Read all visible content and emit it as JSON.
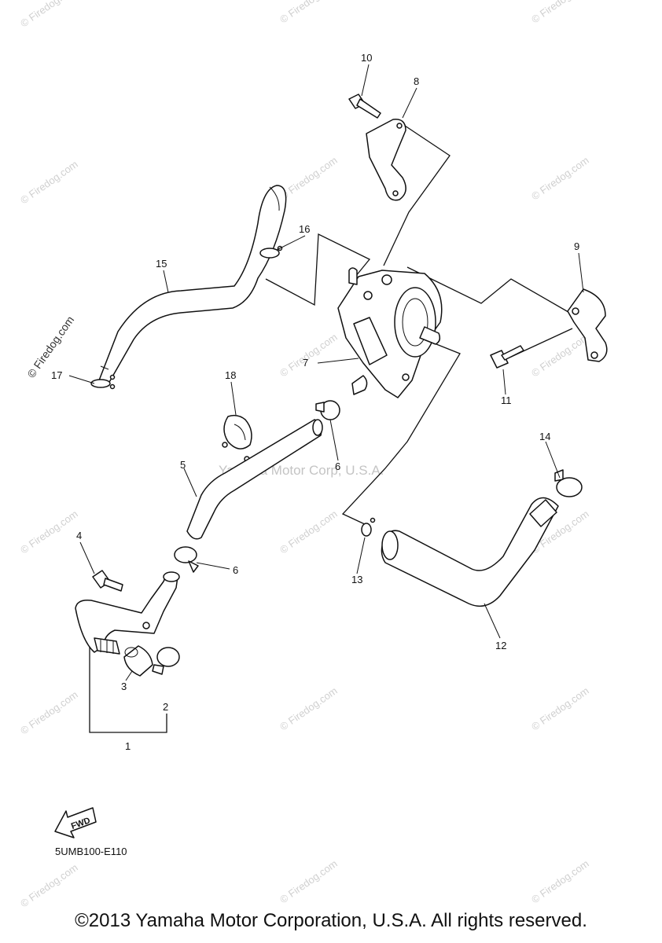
{
  "watermark": "© Firedog.com",
  "watermark_left": "© Firedog.com",
  "watermark_center": "Yamaha Motor Corp, U.S.A.",
  "diagram_code": "5UMB100-E110",
  "fwd_label": "FWD",
  "footer": {
    "copyright": "©2013 Yamaha Motor Corporation, U.S.A. All rights reserved."
  },
  "callouts": {
    "c1": "1",
    "c2": "2",
    "c3": "3",
    "c4": "4",
    "c5": "5",
    "c6a": "6",
    "c6b": "6",
    "c7": "7",
    "c8": "8",
    "c9": "9",
    "c10": "10",
    "c11": "11",
    "c12": "12",
    "c13": "13",
    "c14": "14",
    "c15": "15",
    "c16": "16",
    "c17": "17",
    "c18": "18"
  }
}
